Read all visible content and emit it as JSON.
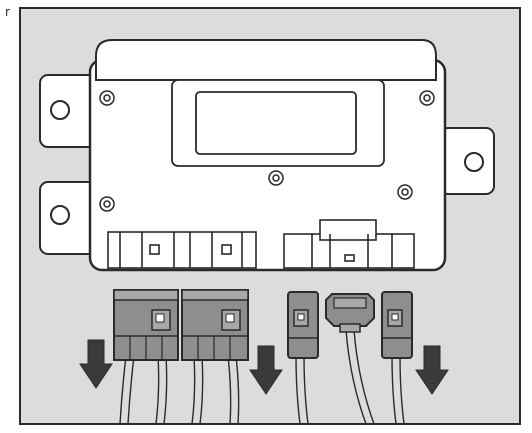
{
  "figure": {
    "corner_mark": "r",
    "colors": {
      "ink": "#2a2a2a",
      "frame_fill": "#dcdcdc",
      "paper": "#ffffff",
      "connector_fill": "#8e8e8e",
      "arrow_fill": "#3a3a3a"
    },
    "connectors": [
      {
        "name": "left-large-connector"
      },
      {
        "name": "middle-large-connector"
      },
      {
        "name": "small-connector-left"
      },
      {
        "name": "sensor-plug-center"
      },
      {
        "name": "small-connector-right"
      }
    ],
    "arrows": [
      "down-arrow-1",
      "down-arrow-2",
      "down-arrow-3"
    ]
  }
}
